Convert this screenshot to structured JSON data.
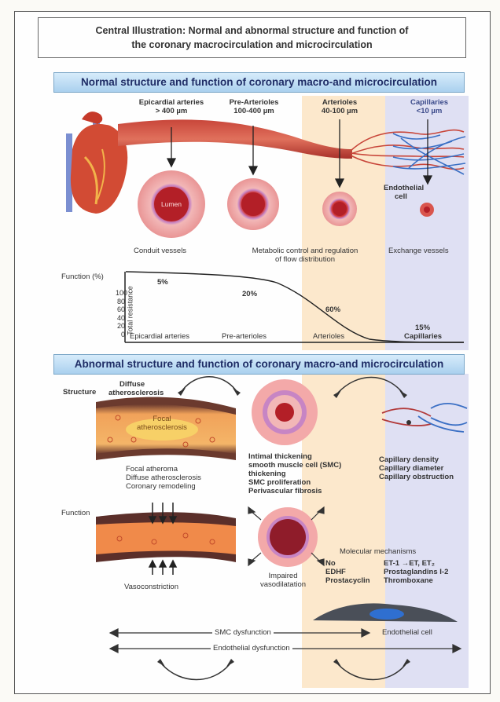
{
  "title": {
    "line1": "Central Illustration: Normal and abnormal structure and function of",
    "line2": "the coronary macrocirculation and microcirculation"
  },
  "normal": {
    "section_title": "Normal structure and function of coronary macro-and microcirculation",
    "vessel_types": [
      {
        "name": "Epicardial arteries",
        "size": "> 400 µm"
      },
      {
        "name": "Pre-Arterioles",
        "size": "100-400 µm"
      },
      {
        "name": "Arterioles",
        "size": "40-100 µm"
      },
      {
        "name": "Capillaries",
        "size": "<10 µm"
      }
    ],
    "lumen_label": "Lumen",
    "endothelial_label": [
      "Endothelial",
      "cell"
    ],
    "functions": {
      "conduit": "Conduit vessels",
      "metabolic_line1": "Metabolic control and regulation",
      "metabolic_line2": "of flow distribution",
      "exchange": "Exchange vessels"
    },
    "resistance_chart": {
      "function_label": "Function (%)",
      "y_label": "Total resistance",
      "y_ticks": [
        "100",
        "80",
        "60",
        "40",
        "20",
        "0"
      ],
      "segments": [
        {
          "name": "Epicardial arteries",
          "resistance": "5%"
        },
        {
          "name": "Pre-arterioles",
          "resistance": "20%"
        },
        {
          "name": "Arterioles",
          "resistance": "60%"
        },
        {
          "name": "Capillaries",
          "resistance": "15%"
        }
      ]
    }
  },
  "abnormal": {
    "section_title": "Abnormal structure and function of coronary macro-and microcirculation",
    "structure_label": "Structure",
    "function_label": "Function",
    "diffuse_label": [
      "Diffuse",
      "atherosclerosis"
    ],
    "focal_label": [
      "Focal",
      "atherosclerosis"
    ],
    "macro_findings": [
      "Focal atheroma",
      "Diffuse atherosclerosis",
      "Coronary remodeling"
    ],
    "arteriole_findings": [
      "Intimal thickening",
      "smooth muscle cell (SMC)",
      "thickening",
      "SMC proliferation",
      "Perivascular fibrosis"
    ],
    "capillary_findings": [
      "Capillary density",
      "Capillary diameter",
      "Capillary obstruction"
    ],
    "vasoconstriction": "Vasoconstriction",
    "impaired": [
      "Impaired",
      "vasodilatation"
    ],
    "molecular_title": "Molecular mechanisms",
    "molecular_left": [
      "No",
      "EDHF",
      "Prostacyclin"
    ],
    "molecular_right": [
      "ET-1 →ET, ET₂",
      "Prostaglandins I-2",
      "Thromboxane"
    ],
    "smc_dysfunction": "SMC dysfunction",
    "endothelial_cell": "Endothelial cell",
    "endothelial_dysfunction": "Endothelial dysfunction"
  }
}
